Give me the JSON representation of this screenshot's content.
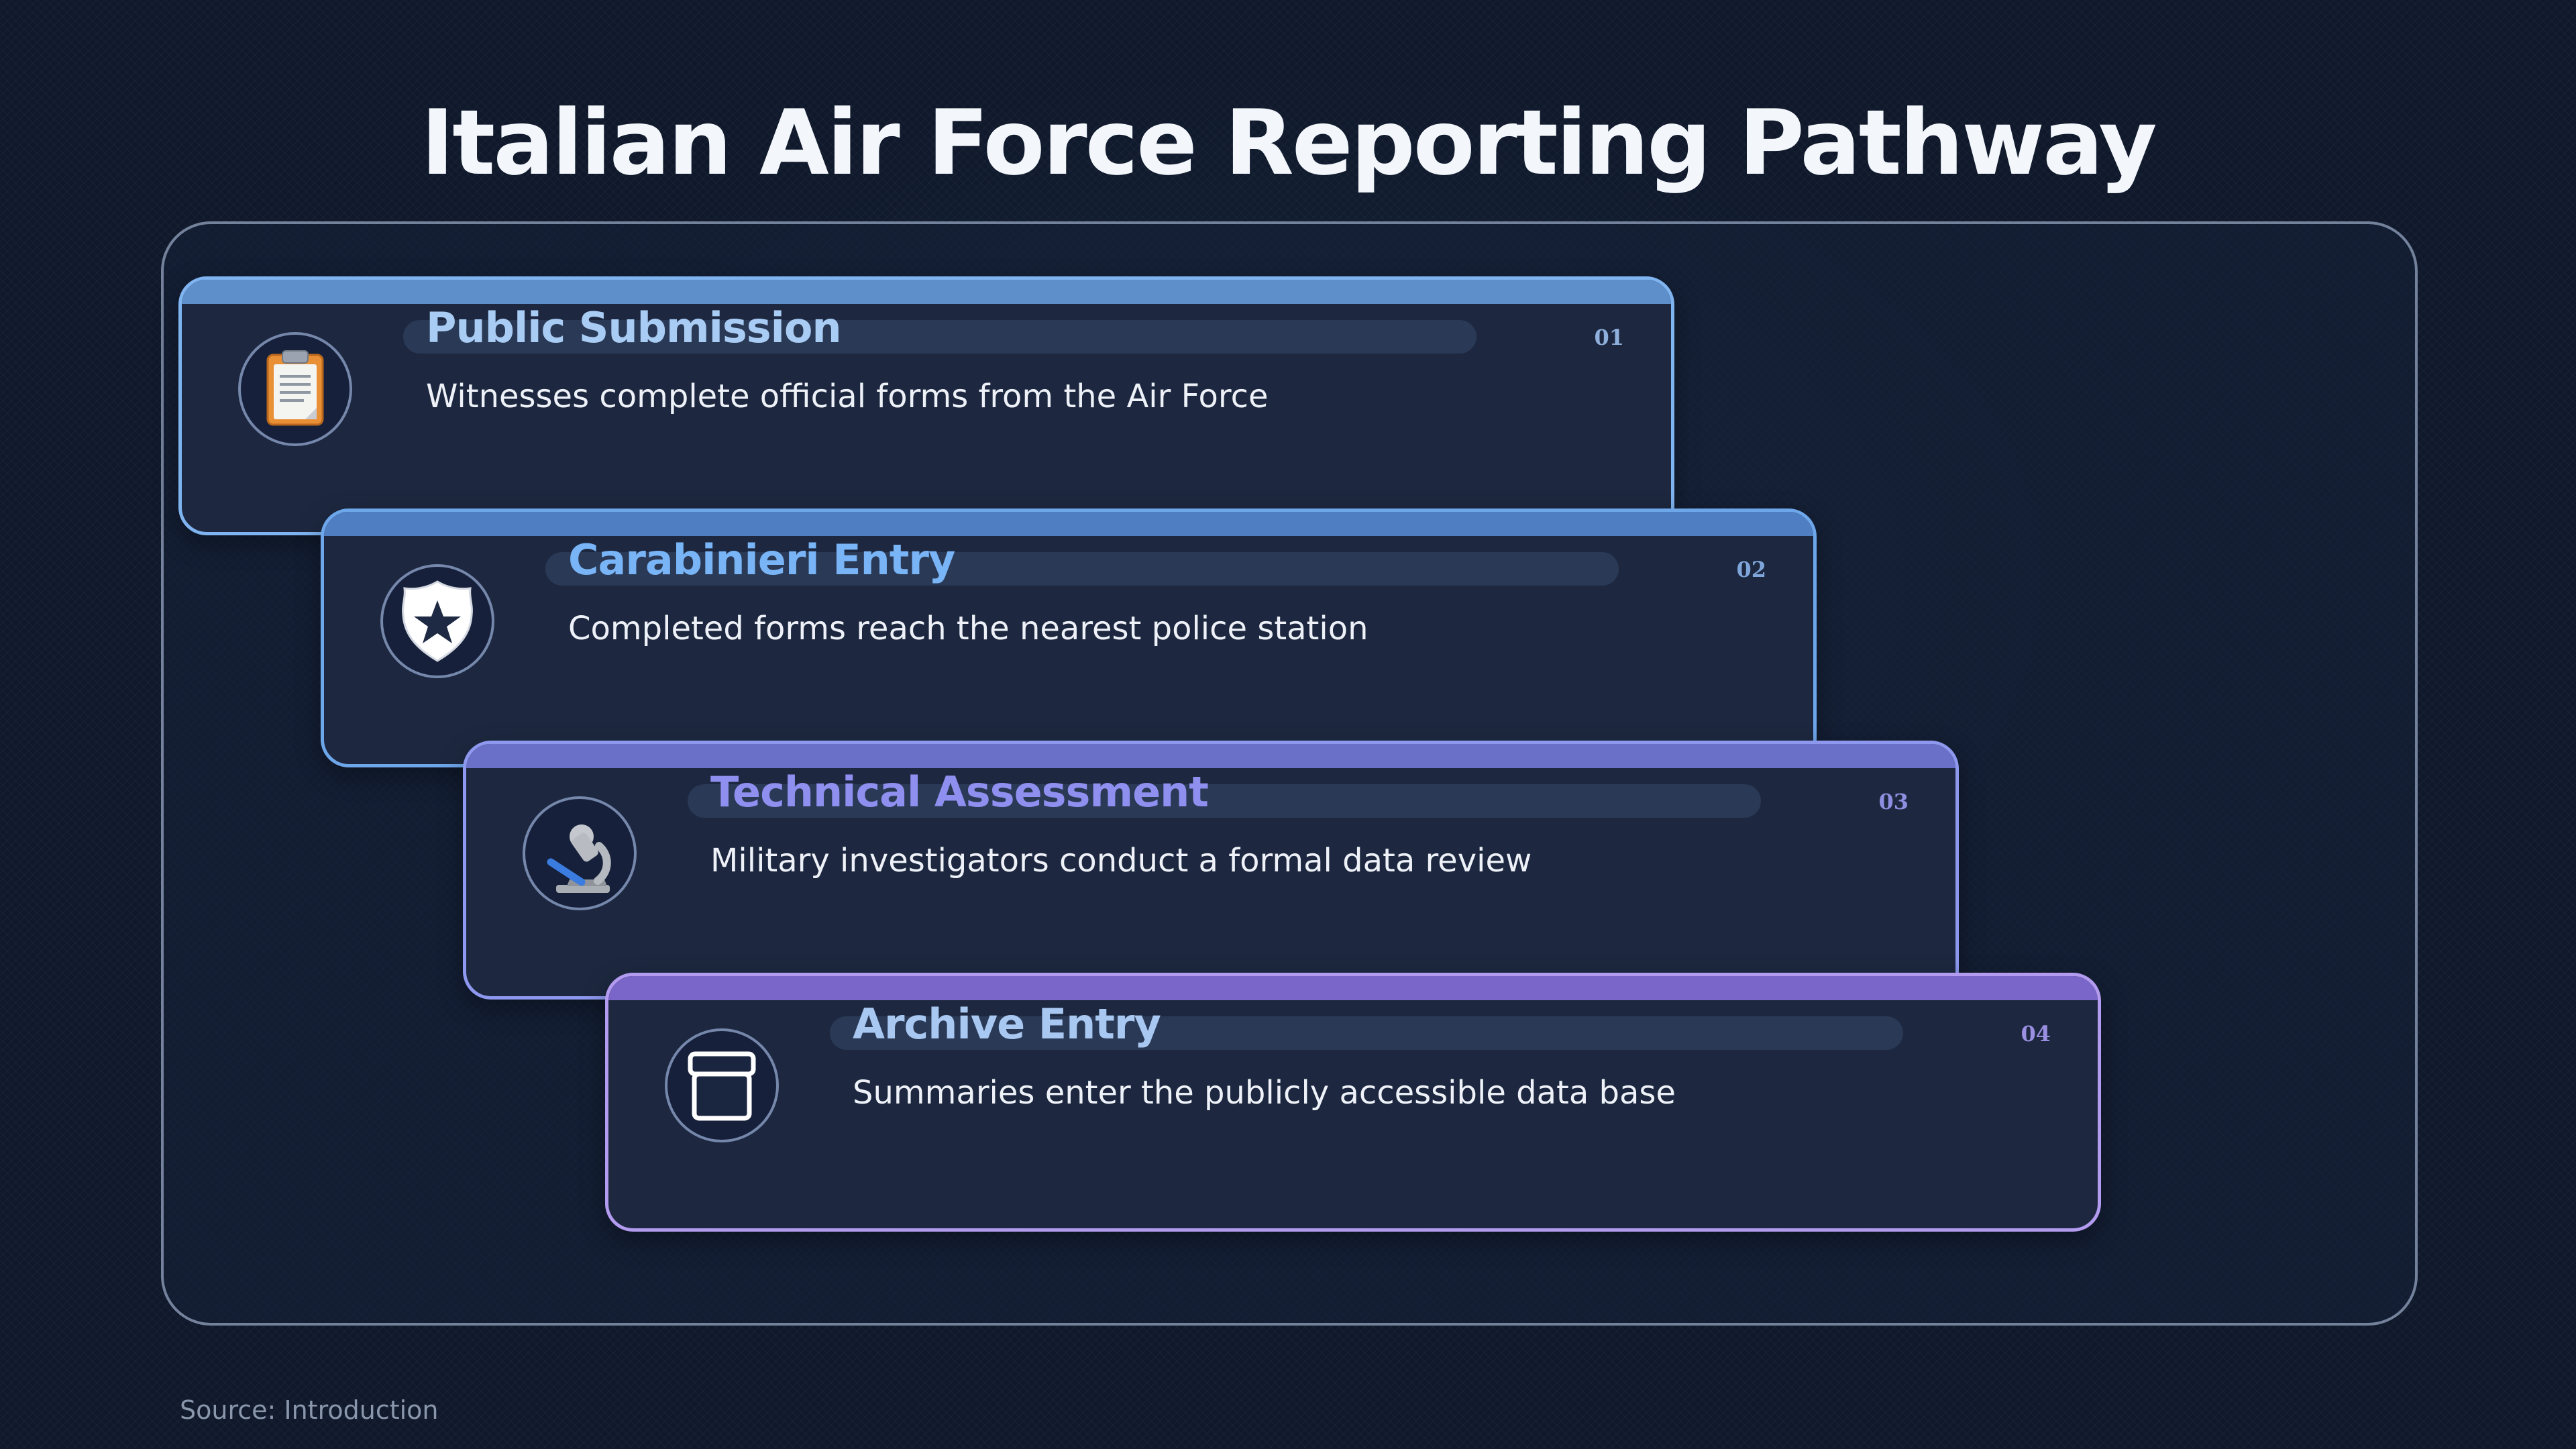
{
  "title": "Italian Air Force Reporting Pathway",
  "steps": [
    {
      "number": "01",
      "title": "Public Submission",
      "description": "Witnesses complete official forms from the Air Force",
      "icon": "clipboard-icon",
      "border_color": "#7fb4f0",
      "bar_color": "#5f8fca",
      "title_color": "#a9ccf5",
      "number_color": "#8fb0dc"
    },
    {
      "number": "02",
      "title": "Carabinieri Entry",
      "description": "Completed forms reach the nearest police station",
      "icon": "police-badge-icon",
      "border_color": "#6ea6ea",
      "bar_color": "#4f7fc2",
      "title_color": "#78b4f6",
      "number_color": "#7fa6da"
    },
    {
      "number": "03",
      "title": "Technical Assessment",
      "description": "Military investigators conduct a formal data review",
      "icon": "microscope-icon",
      "border_color": "#8d98ee",
      "bar_color": "#6a70c8",
      "title_color": "#8f8ff0",
      "number_color": "#8d8fe0"
    },
    {
      "number": "04",
      "title": "Archive Entry",
      "description": "Summaries enter the publicly accessible data base",
      "icon": "archive-box-icon",
      "border_color": "#b39bf0",
      "bar_color": "#7a66c8",
      "title_color": "#a8c8f2",
      "number_color": "#9b8fe2"
    }
  ],
  "source": "Source: Introduction"
}
